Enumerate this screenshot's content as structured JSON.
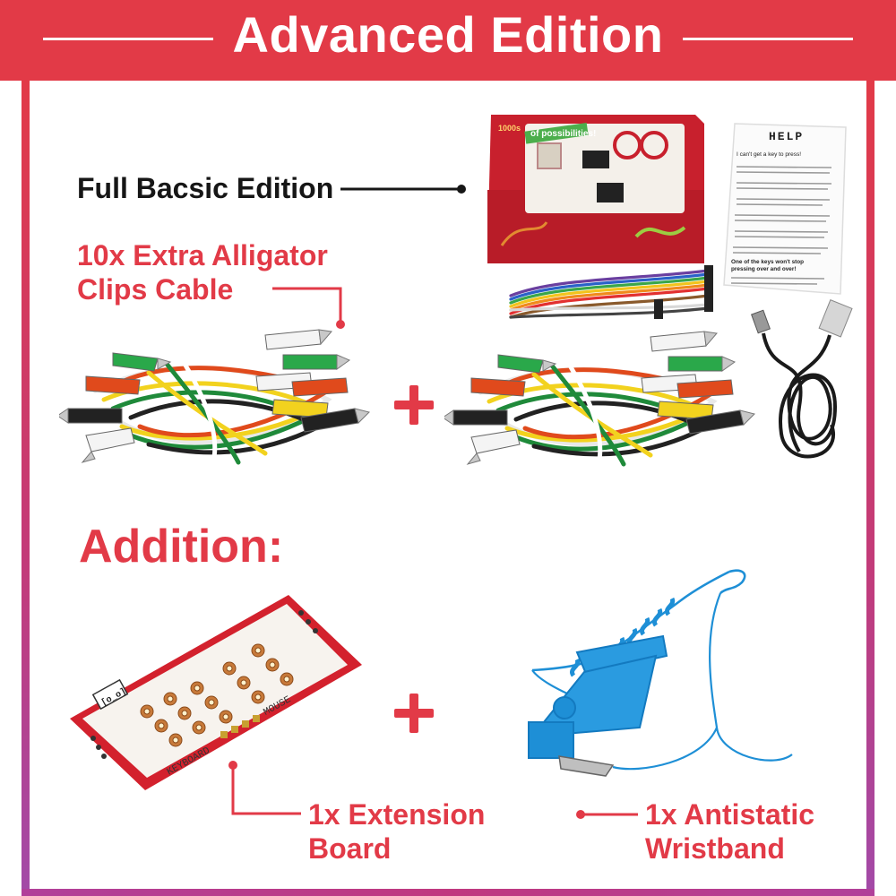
{
  "banner": {
    "title": "Advanced Edition"
  },
  "labels": {
    "full_basic": "Full Bacsic Edition",
    "clips_line1": "10x Extra Alligator",
    "clips_line2": "Clips Cable",
    "addition": "Addition:",
    "board_line1": "1x Extension",
    "board_line2": "Board",
    "wrist_line1": "1x Antistatic",
    "wrist_line2": "Wristband"
  },
  "product_box": {
    "sticker_text": "of possibilities!",
    "counter_text": "1000s"
  },
  "help_card": {
    "title": "HELP",
    "question": "I can't get a key to press!",
    "bold_line1": "One of the keys won't stop",
    "bold_line2": "pressing over and over!"
  },
  "extension_board": {
    "logo_text": "[o_o]",
    "keyboard_label": "KEYBOARD",
    "mouse_label": "MOUSE"
  },
  "colors": {
    "brand_red": "#e23a47",
    "frame_purple": "#a24aa8",
    "text_black": "#161616",
    "wristband_blue": "#1e8fd6"
  }
}
